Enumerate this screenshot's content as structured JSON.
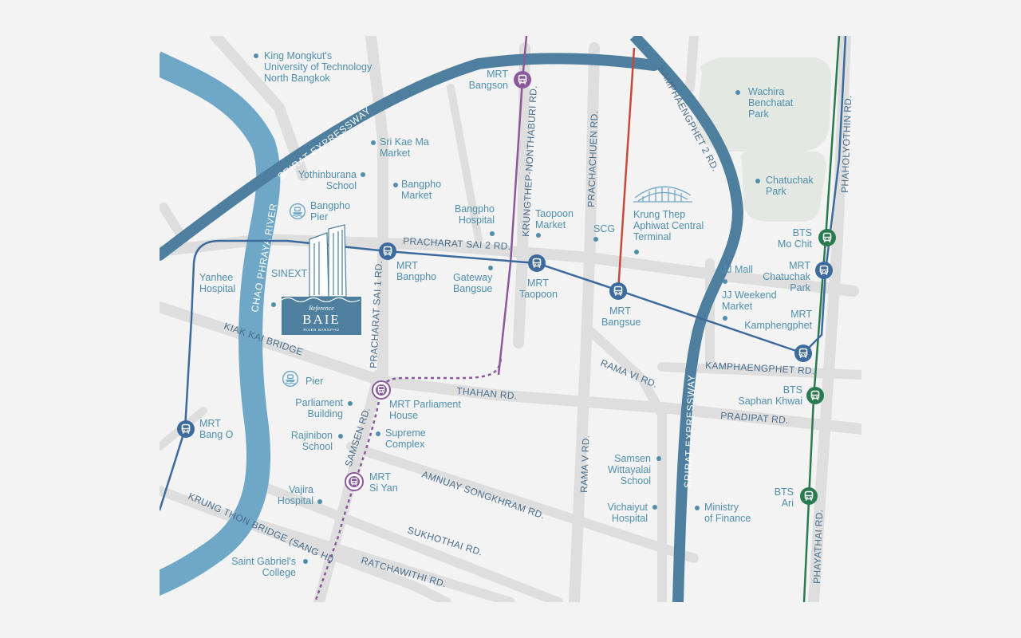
{
  "colors": {
    "background": "#f4f3f4",
    "road": "#dedede",
    "river": "#6fa8c7",
    "expressway": "#4e7f9e",
    "mrt_blue": "#3d6b9e",
    "mrt_purple": "#8a5a9c",
    "bts_green": "#2a7a4f",
    "red_line": "#c44a3b",
    "park": "#e4e8e3",
    "label": "#4f8fab",
    "road_label": "#4a6f8c"
  },
  "project": {
    "logo_script": "Reference",
    "logo_name": "BAIE",
    "logo_sub": "RIVER BANGPHO"
  },
  "river": {
    "name": "CHAO PHRAYA RIVER"
  },
  "expressways": [
    {
      "name": "SRIRAT EXPRESSWAY"
    },
    {
      "name": "SRIRAT EXPRESSWAY"
    }
  ],
  "roads": [
    "PRACHARAT SAI 2 RD.",
    "KRUNGTHEP-NONTHABURI RD.",
    "PRACHACHUEN RD.",
    "KAMPHAENGPHET 2 RD.",
    "PHAHOLYOTHIN RD.",
    "PRACHARAT SAI 1 RD.",
    "KIAK KAI BRIDGE",
    "THAHAN RD.",
    "RAMA VI RD.",
    "KAMPHAENGPHET RD.",
    "PRADIPAT RD.",
    "SAMSEN RD.",
    "AMNUAY SONGKHRAM RD.",
    "RAMA V RD.",
    "KRUNG THON BRIDGE (SANG HI)",
    "SUKHOTHAI RD.",
    "RATCHAWITHI RD.",
    "PHAYATHAI RD."
  ],
  "stations": [
    {
      "name": "MRT Bangson",
      "line": "purple"
    },
    {
      "name": "MRT Bangpho",
      "line": "blue"
    },
    {
      "name": "MRT Taopoon",
      "line": "blue"
    },
    {
      "name": "MRT Bangsue",
      "line": "blue"
    },
    {
      "name": "MRT Kamphengphet",
      "line": "blue"
    },
    {
      "name": "MRT Chatuchak Park",
      "line": "blue"
    },
    {
      "name": "BTS Mo Chit",
      "line": "green"
    },
    {
      "name": "BTS Saphan Khwai",
      "line": "green"
    },
    {
      "name": "BTS Ari",
      "line": "green"
    },
    {
      "name": "MRT Bang O",
      "line": "blue"
    },
    {
      "name": "MRT Parliament House",
      "line": "purple"
    },
    {
      "name": "MRT Si Yan",
      "line": "purple"
    }
  ],
  "places": [
    "King Mongkut's University of Technology North Bangkok",
    "Sri Kae Ma Market",
    "Yothinburana School",
    "Bangpho Market",
    "Bangpho Pier",
    "Bangpho Hospital",
    "Taopoon Market",
    "SCG",
    "Krung Thep Aphiwat Central Terminal",
    "Wachira Benchatat Park",
    "Chatuchak Park",
    "JJ Mall",
    "JJ Weekend Market",
    "SINEXT",
    "Yanhee Hospital",
    "Gateway Bangsue",
    "Pier",
    "Parliament Building",
    "Rajinibon School",
    "Supreme Complex",
    "Vajira Hospital",
    "Saint Gabriel's College",
    "Samsen Wittayalai School",
    "Vichaiyut Hospital",
    "Ministry of Finance"
  ]
}
